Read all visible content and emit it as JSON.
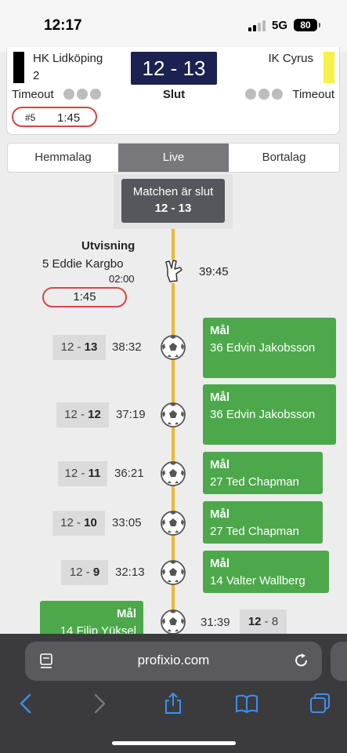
{
  "status_bar": {
    "time": "12:17",
    "network": "5G",
    "battery": "80"
  },
  "scoreboard": {
    "home_team": "HK Lidköping",
    "home_sub": "2",
    "away_team": "IK Cyrus",
    "score": "12 - 13",
    "period": "Slut",
    "timeout_label_home": "Timeout",
    "timeout_label_away": "Timeout",
    "penalty_player": "#5",
    "penalty_clock": "1:45",
    "colors": {
      "home": "#000000",
      "away": "#f7f04a",
      "score_bg": "#1b2151"
    }
  },
  "tabs": [
    {
      "label": "Hemmalag",
      "active": false
    },
    {
      "label": "Live",
      "active": true
    },
    {
      "label": "Bortalag",
      "active": false
    }
  ],
  "match_end": {
    "title": "Matchen är slut",
    "score": "12 - 13"
  },
  "expulsion": {
    "title": "Utvisning",
    "player": "5  Eddie Kargbo",
    "duration": "02:00",
    "remaining": "1:45",
    "time": "39:45",
    "icon": "hand-gesture-icon"
  },
  "events": [
    {
      "side": "away",
      "score_home": "12",
      "score_away": "13",
      "time": "38:32",
      "type": "Mål",
      "player": "36  Edvin Jakobsson"
    },
    {
      "side": "away",
      "score_home": "12",
      "score_away": "12",
      "time": "37:19",
      "type": "Mål",
      "player": "36  Edvin Jakobsson"
    },
    {
      "side": "away",
      "score_home": "12",
      "score_away": "11",
      "time": "36:21",
      "type": "Mål",
      "player": "27  Ted Chapman"
    },
    {
      "side": "away",
      "score_home": "12",
      "score_away": "10",
      "time": "33:05",
      "type": "Mål",
      "player": "27  Ted Chapman"
    },
    {
      "side": "away",
      "score_home": "12",
      "score_away": "9",
      "time": "32:13",
      "type": "Mål",
      "player": "14  Valter Wallberg"
    },
    {
      "side": "home",
      "score_home": "12",
      "score_away": "8",
      "time": "31:39",
      "type": "Mål",
      "player": "14  Filip Yüksel"
    }
  ],
  "browser": {
    "url": "profixio.com"
  },
  "colors": {
    "goal": "#4da84b",
    "timeline": "#f0b733",
    "penalty_border": "#d64545"
  }
}
